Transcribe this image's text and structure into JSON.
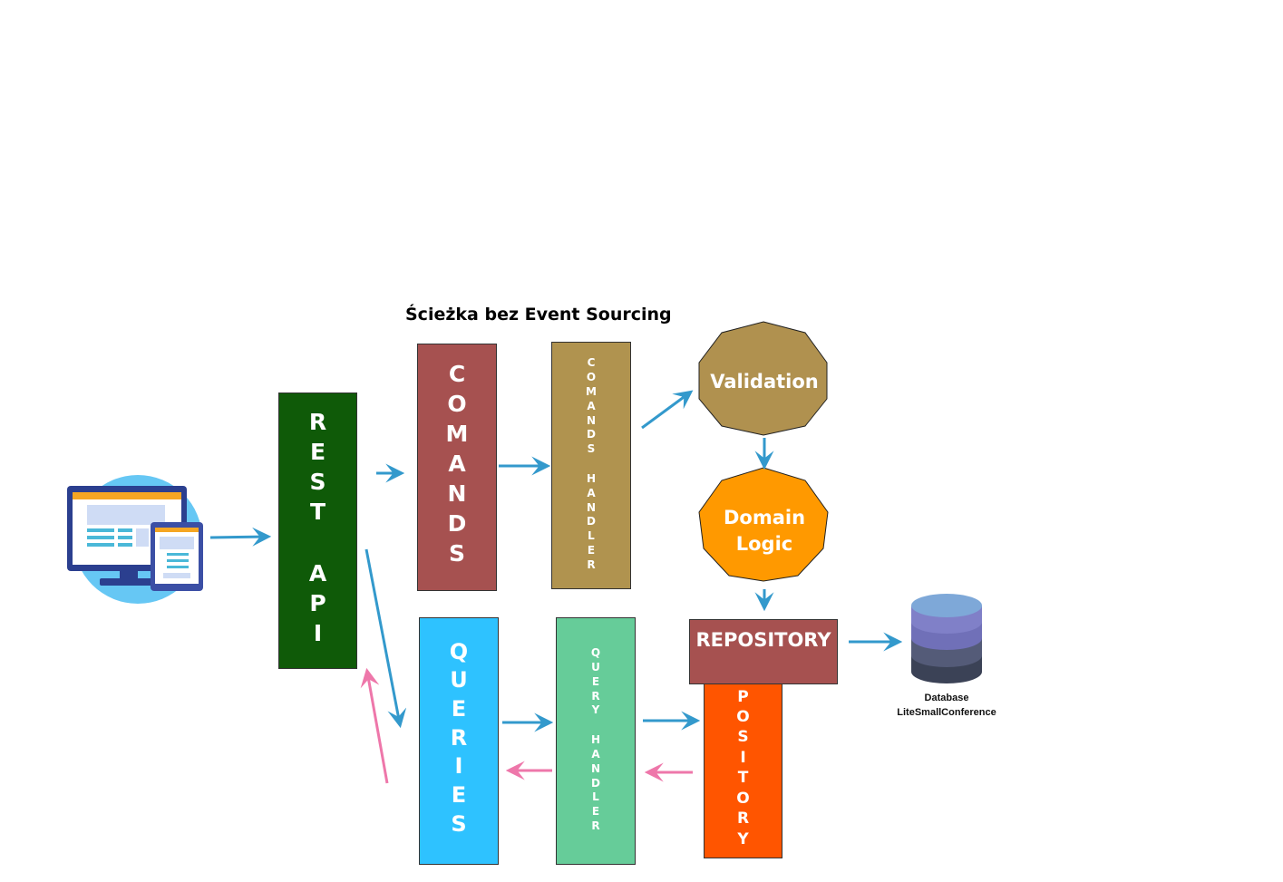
{
  "title": "Ścieżka bez Event Sourcing",
  "boxes": {
    "rest_api": "REST  API",
    "comands": "COMANDS",
    "comands_handler": "COMANDS  HANDLER",
    "queries": "QUERIES",
    "query_handler": "QUERY  HANDLER",
    "repository": "REPOSITORY",
    "repository_vertical": "EPOSITORY"
  },
  "shapes": {
    "validation": "Validation",
    "domain_logic_line1": "Domain",
    "domain_logic_line2": "Logic"
  },
  "database": {
    "line1": "Database",
    "line2": "LiteSmallConference"
  },
  "colors": {
    "rest_api": "#0f5a08",
    "comands": "#a65150",
    "comands_handler": "#b0934f",
    "queries": "#2ec2ff",
    "query_handler": "#66cc99",
    "repository": "#a65150",
    "repository_vertical": "#ff5500",
    "validation": "#b0914f",
    "domain_logic": "#ff9900",
    "arrow_blue": "#3399cc",
    "arrow_pink": "#ee77aa"
  },
  "icons": {
    "client": "computer-tablet-icon",
    "database": "database-icon"
  }
}
